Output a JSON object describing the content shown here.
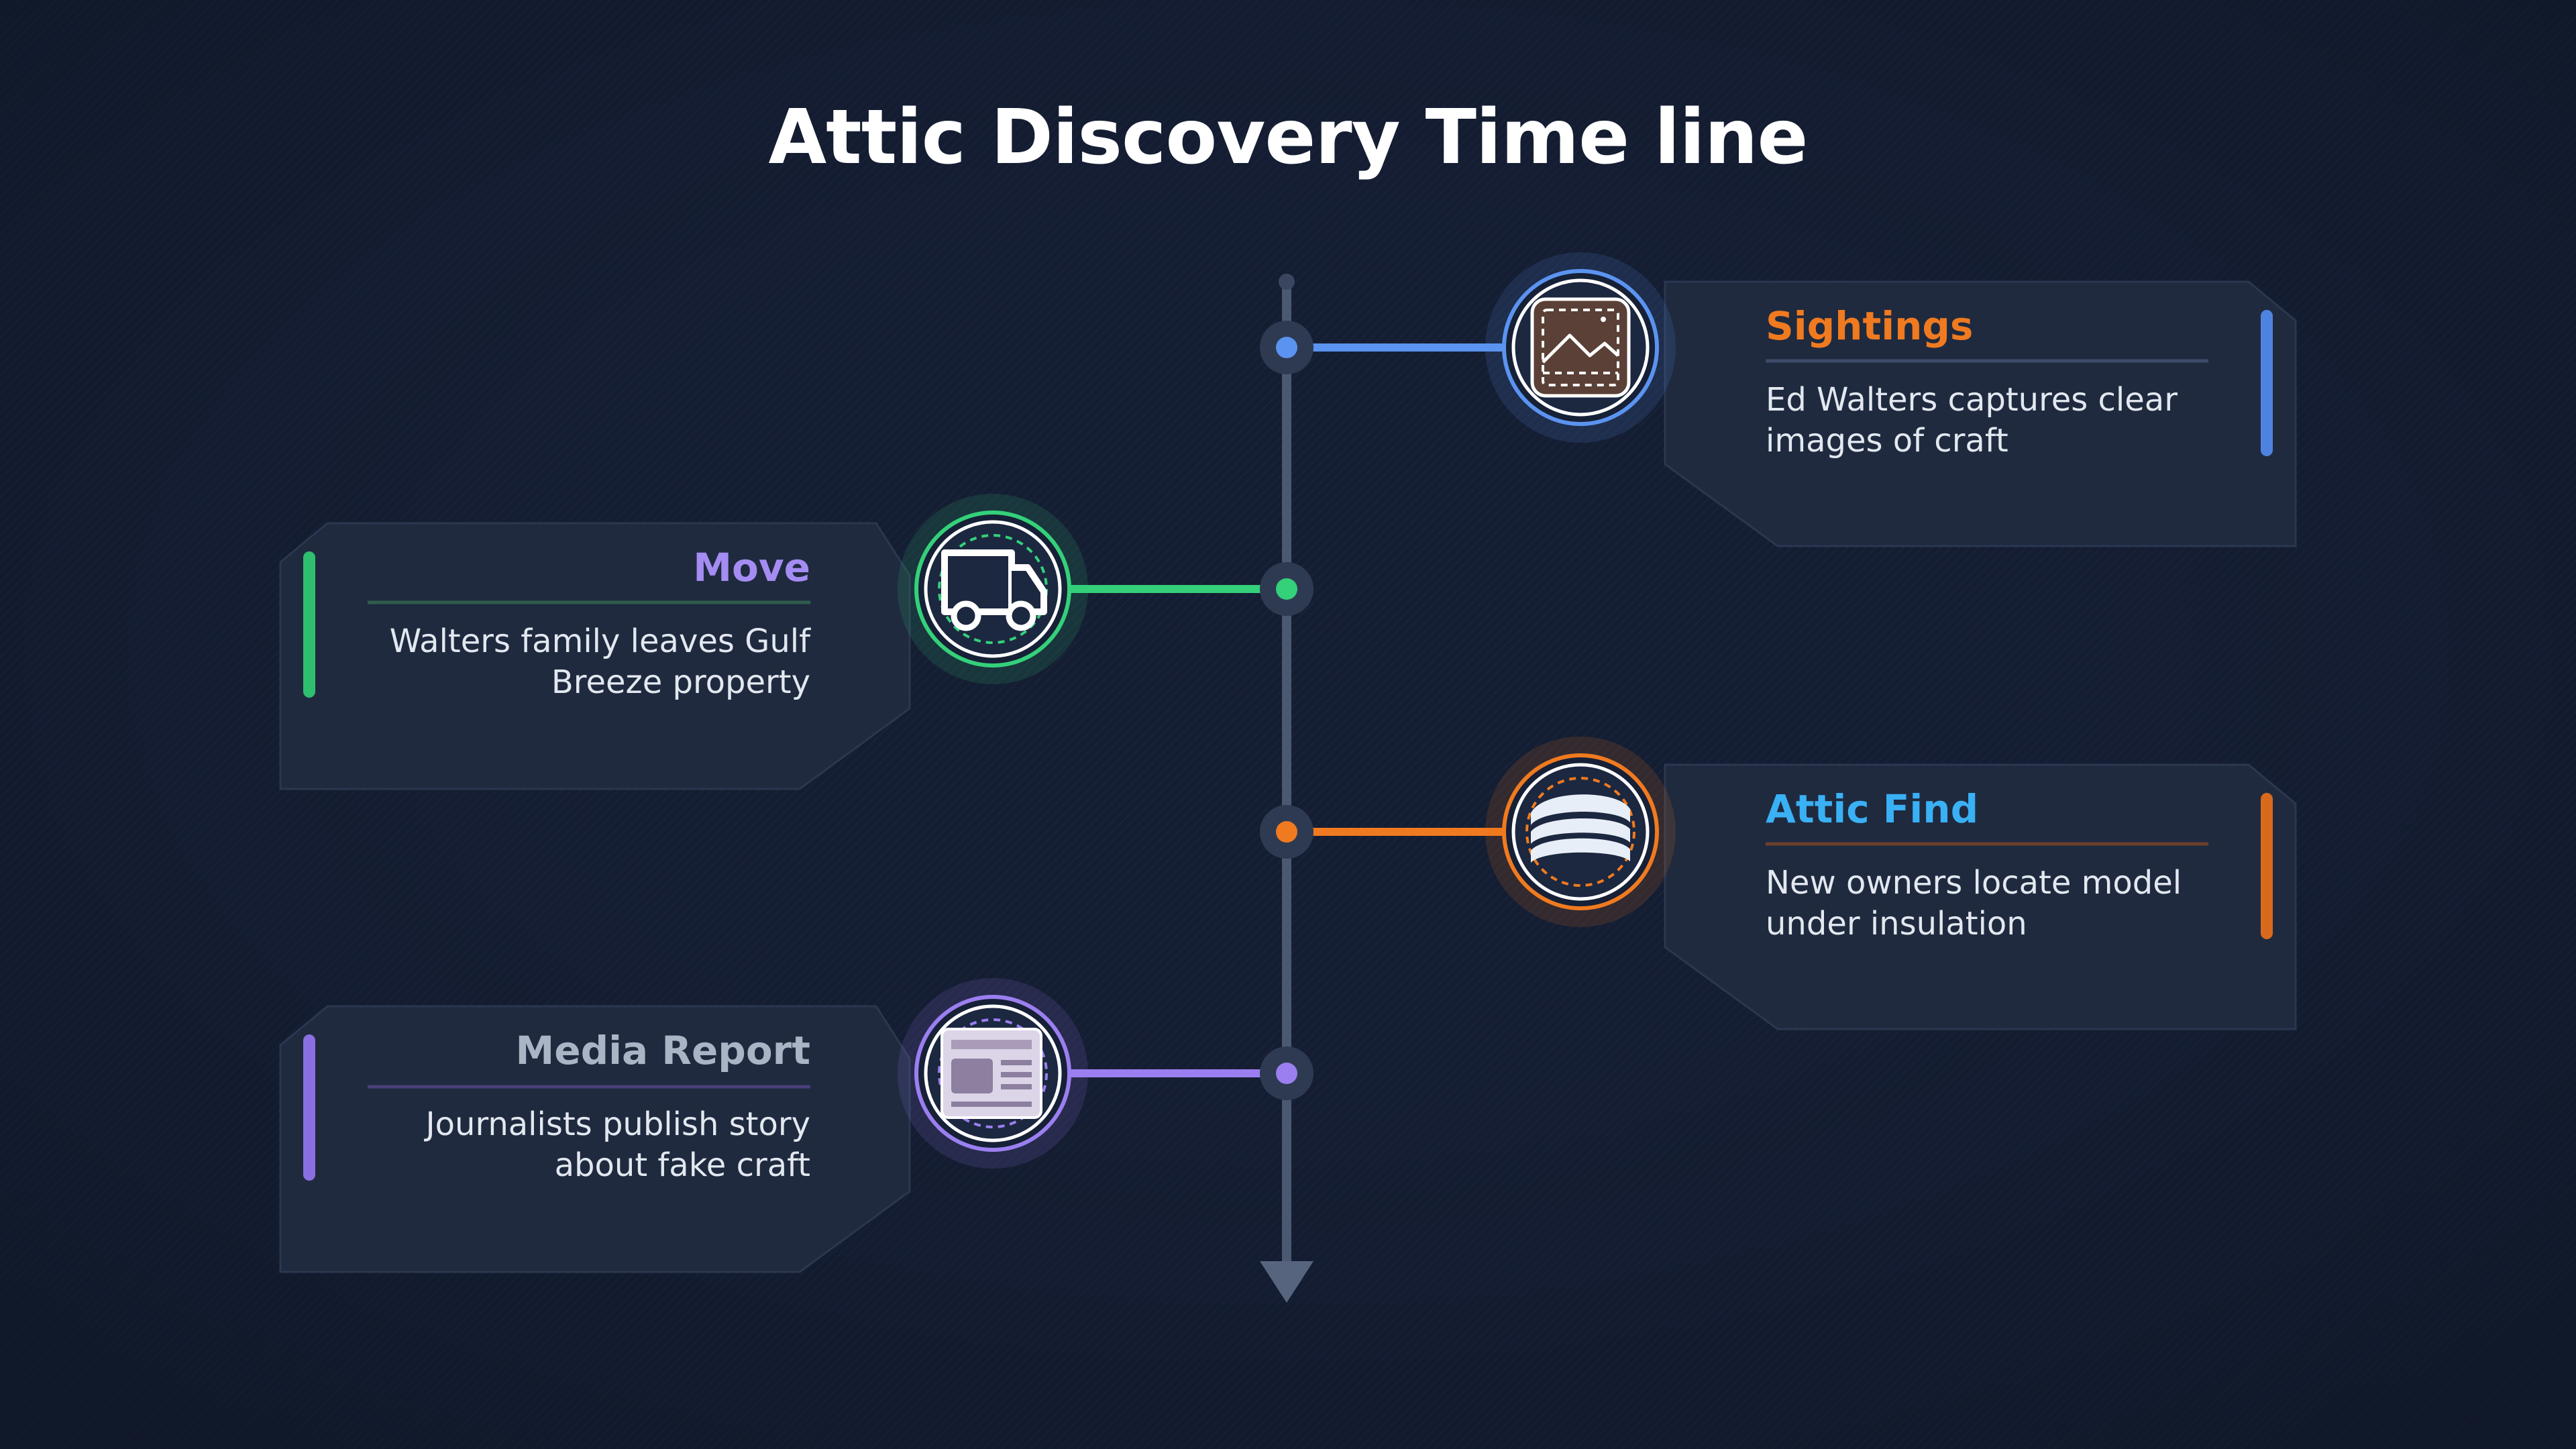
{
  "title": "Attic Discovery Time line",
  "events": [
    {
      "title": "Sightings",
      "desc_lines": [
        "Ed Walters captures clear",
        "images of craft"
      ],
      "icon": "photo-icon",
      "accent": "#f07a1f",
      "line_color": "#5b93f0",
      "bar_color": "#4f83e0",
      "side": "right"
    },
    {
      "title": "Move",
      "desc_lines": [
        "Walters family leaves Gulf",
        "Breeze property"
      ],
      "icon": "truck-icon",
      "accent": "#a48cf2",
      "line_color": "#34d07a",
      "bar_color": "#2fbf6e",
      "side": "left"
    },
    {
      "title": "Attic Find",
      "desc_lines": [
        "New owners locate model",
        "under insulation"
      ],
      "icon": "insulation-icon",
      "accent": "#3ab0f5",
      "line_color": "#f07a1f",
      "bar_color": "#d9691c",
      "side": "right"
    },
    {
      "title": "Media Report",
      "desc_lines": [
        "Journalists publish story",
        "about fake craft"
      ],
      "icon": "newspaper-icon",
      "accent": "#aab4c4",
      "line_color": "#9b7ff0",
      "bar_color": "#8a6fe0",
      "side": "left"
    }
  ]
}
